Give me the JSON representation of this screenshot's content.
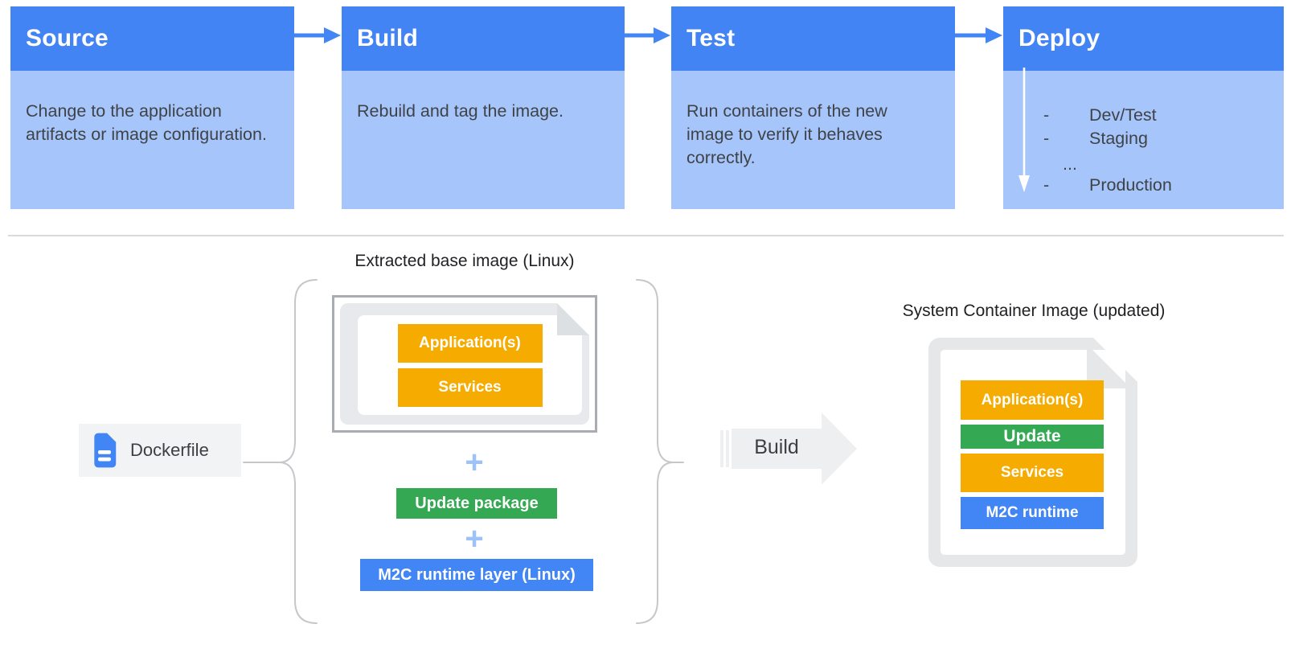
{
  "pipeline": {
    "stages": [
      {
        "title": "Source",
        "description": "Change to the application artifacts or image configuration."
      },
      {
        "title": "Build",
        "description": "Rebuild and tag the image."
      },
      {
        "title": "Test",
        "description": "Run containers of the new image to verify it behaves correctly."
      },
      {
        "title": "Deploy",
        "description": ""
      }
    ],
    "deploy_targets": [
      {
        "bullet": "-",
        "label": "Dev/Test"
      },
      {
        "bullet": "-",
        "label": "Staging"
      },
      {
        "bullet": "",
        "label": "..."
      },
      {
        "bullet": "-",
        "label": "Production"
      }
    ]
  },
  "build_flow": {
    "dockerfile_label": "Dockerfile",
    "extracted_image_title": "Extracted base image (Linux)",
    "extracted_layers": [
      "Application(s)",
      "Services"
    ],
    "plus_sign": "+",
    "update_package_label": "Update package",
    "m2c_runtime_label": "M2C runtime layer (Linux)",
    "build_arrow_label": "Build",
    "system_image_title": "System Container Image (updated)",
    "system_layers": [
      {
        "label": "Application(s)",
        "color": "#F6AB00"
      },
      {
        "label": "Update",
        "color": "#34A853"
      },
      {
        "label": "Services",
        "color": "#F6AB00"
      },
      {
        "label": "M2C runtime",
        "color": "#4285F4"
      }
    ]
  },
  "colors": {
    "stage_header_blue": "#4284F3",
    "stage_body_blue": "#A6C5FA",
    "arrow_blue": "#4285F4",
    "layer_yellow": "#F6AB00",
    "layer_green": "#34A853",
    "layer_blue": "#4285F4",
    "plus_blue": "#9DC1F9",
    "gray_arrow": "#EEEFF1",
    "doc_gray": "#E7E9EC",
    "text_dark": "#3F4347"
  }
}
